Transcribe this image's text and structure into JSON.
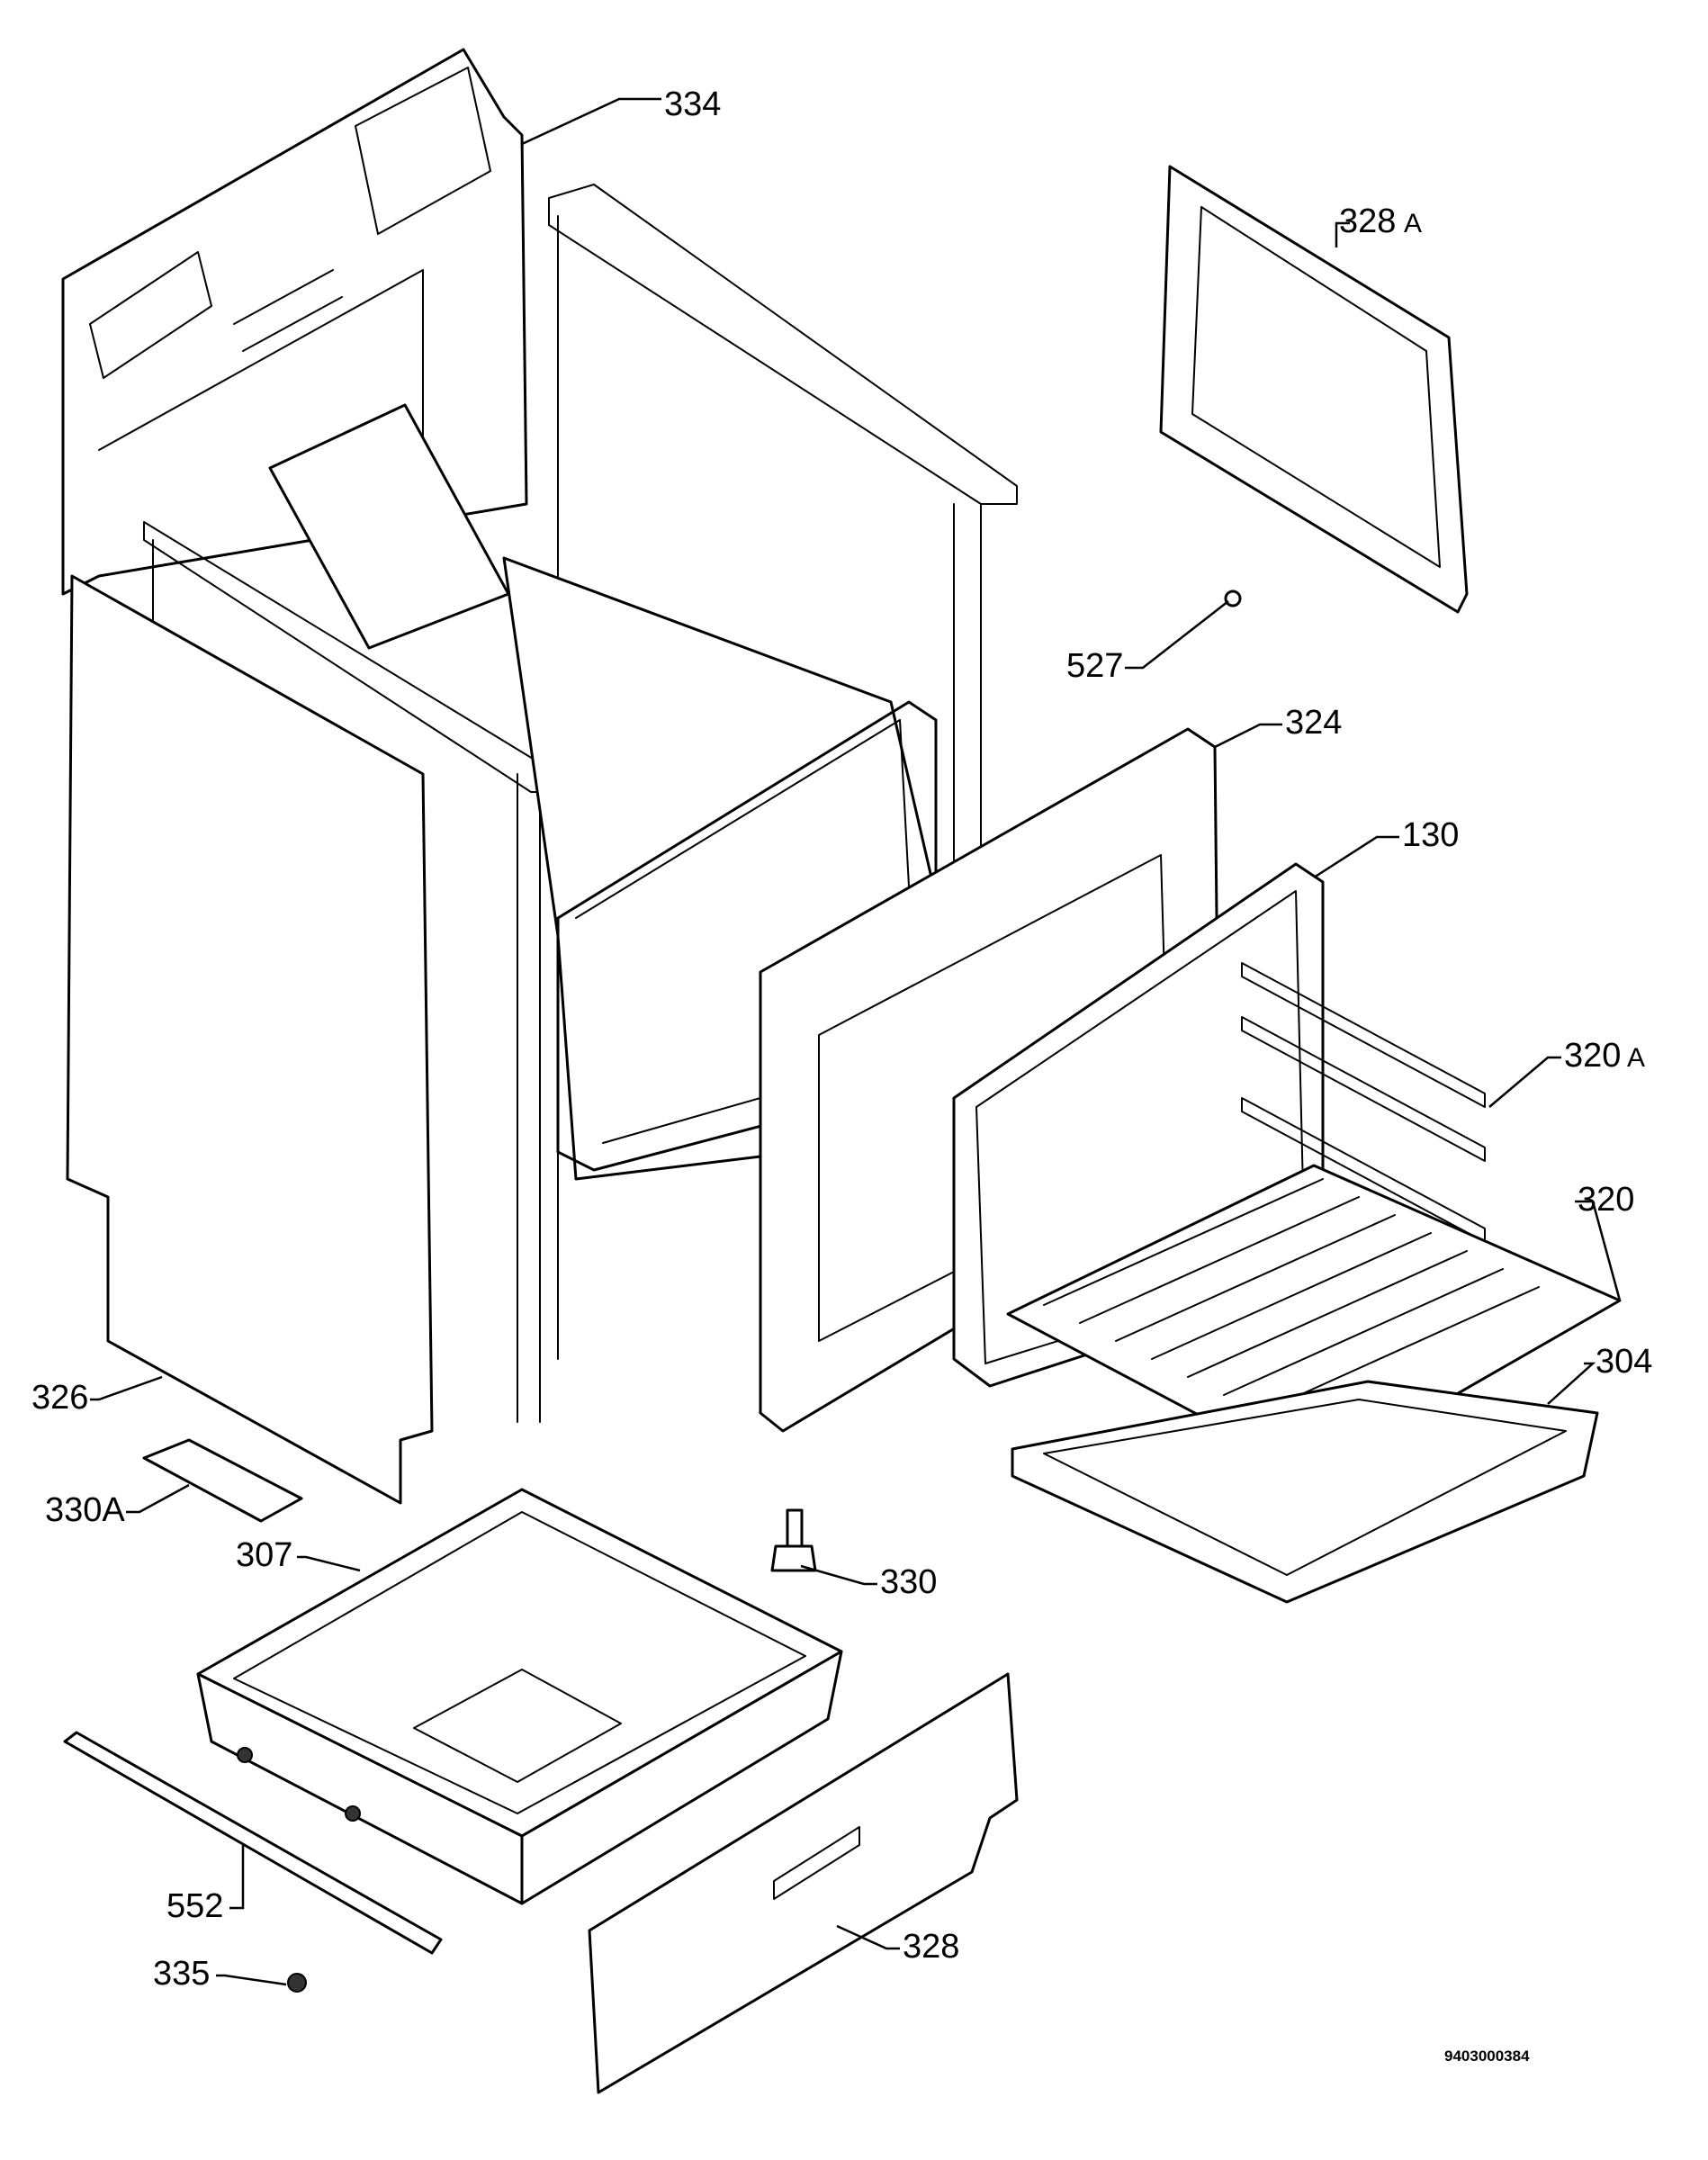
{
  "diagram": {
    "drawing_number": "9403000384",
    "callouts": {
      "p334": "334",
      "p328a": "328",
      "p328a_suffix": "A",
      "p527": "527",
      "p324": "324",
      "p130": "130",
      "p320a": "320",
      "p320a_suffix": "A",
      "p320": "320",
      "p304": "304",
      "p326": "326",
      "p330a": "330A",
      "p307": "307",
      "p330": "330",
      "p552": "552",
      "p335": "335",
      "p328": "328"
    }
  }
}
